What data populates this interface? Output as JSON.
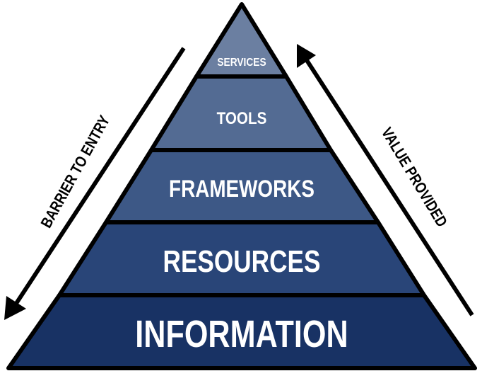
{
  "pyramid": {
    "tiers": [
      {
        "label": "SERVICES",
        "color": "#6b7fa1"
      },
      {
        "label": "TOOLS",
        "color": "#536b93"
      },
      {
        "label": "FRAMEWORKS",
        "color": "#3d5886"
      },
      {
        "label": "RESOURCES",
        "color": "#294578"
      },
      {
        "label": "INFORMATION",
        "color": "#183264"
      }
    ],
    "outline_color": "#000000"
  },
  "left_arrow": {
    "label": "BARRIER TO ENTRY"
  },
  "right_arrow": {
    "label": "VALUE PROVIDED"
  }
}
